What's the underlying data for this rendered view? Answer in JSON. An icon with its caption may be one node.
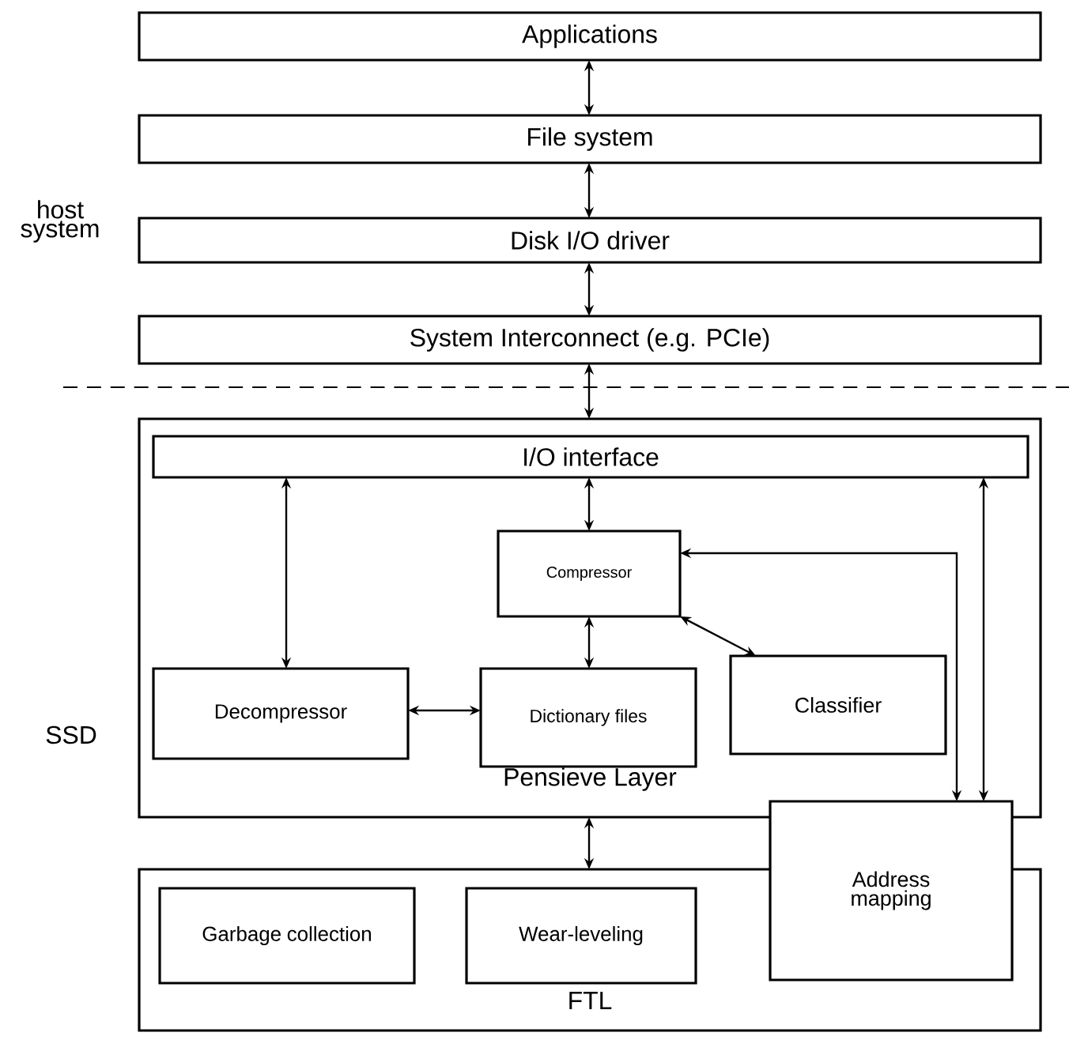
{
  "diagram": {
    "nodes": [
      {
        "text": [
          "Applications"
        ]
      },
      {
        "text": [
          "File system"
        ]
      },
      {
        "text": [
          "Disk I/O driver"
        ]
      },
      {
        "text": [
          "System Interconnect (e.g. PCIe)"
        ]
      },
      {
        "text": [
          "Pensieve Layer"
        ]
      },
      {
        "text": [
          "I/O interface"
        ],
        "in": 4
      },
      {
        "text": [
          "Compressor"
        ],
        "in": 4
      },
      {
        "text": [
          "Decompressor"
        ],
        "in": 4
      },
      {
        "text": [
          "Dictionary files"
        ],
        "in": 4
      },
      {
        "text": [
          "Classifier"
        ],
        "in": 4
      },
      {
        "text": [
          "FTL"
        ]
      },
      {
        "text": [
          "Garbage collection"
        ],
        "in": 10
      },
      {
        "text": [
          "Wear-leveling"
        ],
        "in": 10
      },
      {
        "text": [
          "Address mapping"
        ]
      }
    ],
    "edges": [
      {
        "from": 0,
        "to": 1,
        "arrow": "both"
      },
      {
        "from": 1,
        "to": 2,
        "arrow": "both"
      },
      {
        "from": 2,
        "to": 3,
        "arrow": "both"
      },
      {
        "from": 3,
        "to": 4,
        "arrow": "both"
      },
      {
        "from": 5,
        "to": 7,
        "arrow": "both"
      },
      {
        "from": 5,
        "to": 6,
        "arrow": "both"
      },
      {
        "from": 5,
        "to": 13,
        "arrow": "both"
      },
      {
        "from": 13,
        "to": 6,
        "arrow": "both"
      },
      {
        "from": 6,
        "to": 8,
        "arrow": "both"
      },
      {
        "from": 6,
        "to": 9,
        "arrow": "both"
      },
      {
        "from": 7,
        "to": 8,
        "arrow": "both"
      },
      {
        "from": 4,
        "to": 10,
        "arrow": "both"
      }
    ],
    "labels": [
      "host system",
      "SSD"
    ]
  }
}
